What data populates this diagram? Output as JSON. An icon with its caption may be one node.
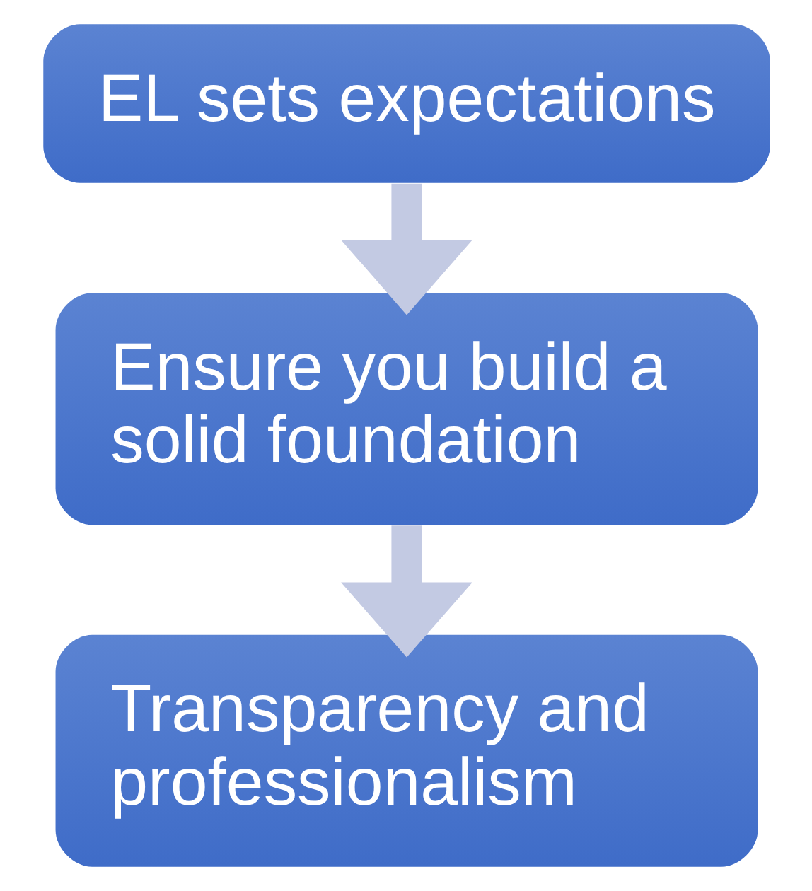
{
  "diagram": {
    "nodes": [
      {
        "text": [
          "EL sets expectations"
        ]
      },
      {
        "text": [
          "Ensure you build a solid foundation"
        ]
      },
      {
        "text": [
          "Transparency and professionalism"
        ]
      }
    ],
    "edges": [
      {
        "from": 0,
        "to": 1,
        "arrow": "to"
      },
      {
        "from": 1,
        "to": 2,
        "arrow": "to"
      }
    ]
  }
}
